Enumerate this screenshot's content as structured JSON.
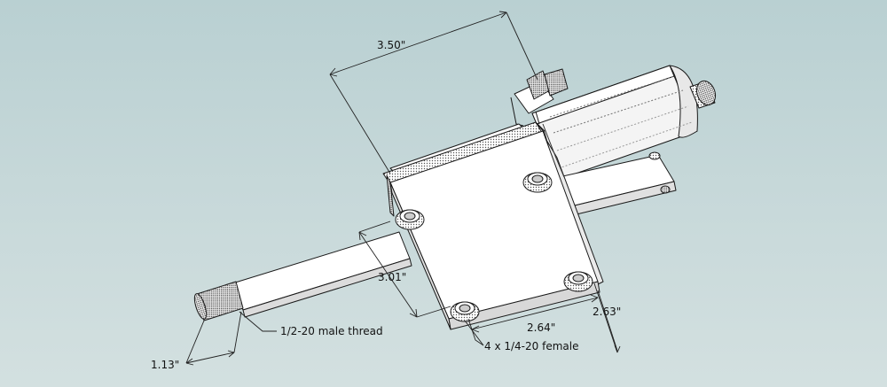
{
  "dimensions": {
    "overall_length": "3.50\"",
    "rod_extension": "3.01\"",
    "plate_width": "2.64\"",
    "plate_depth": "2.63\"",
    "thread_length": "1.13\""
  },
  "callouts": {
    "rod_thread": "1/2-20 male thread",
    "mount_holes": "4 x 1/4-20 female"
  },
  "colors": {
    "background_top": "#b9d0d2",
    "background_bottom": "#d3e0e0",
    "face_light": "#ffffff",
    "face_shade": "#e6e6e6",
    "face_dark": "#d0d0d0",
    "edge": "#1a1a1a"
  }
}
